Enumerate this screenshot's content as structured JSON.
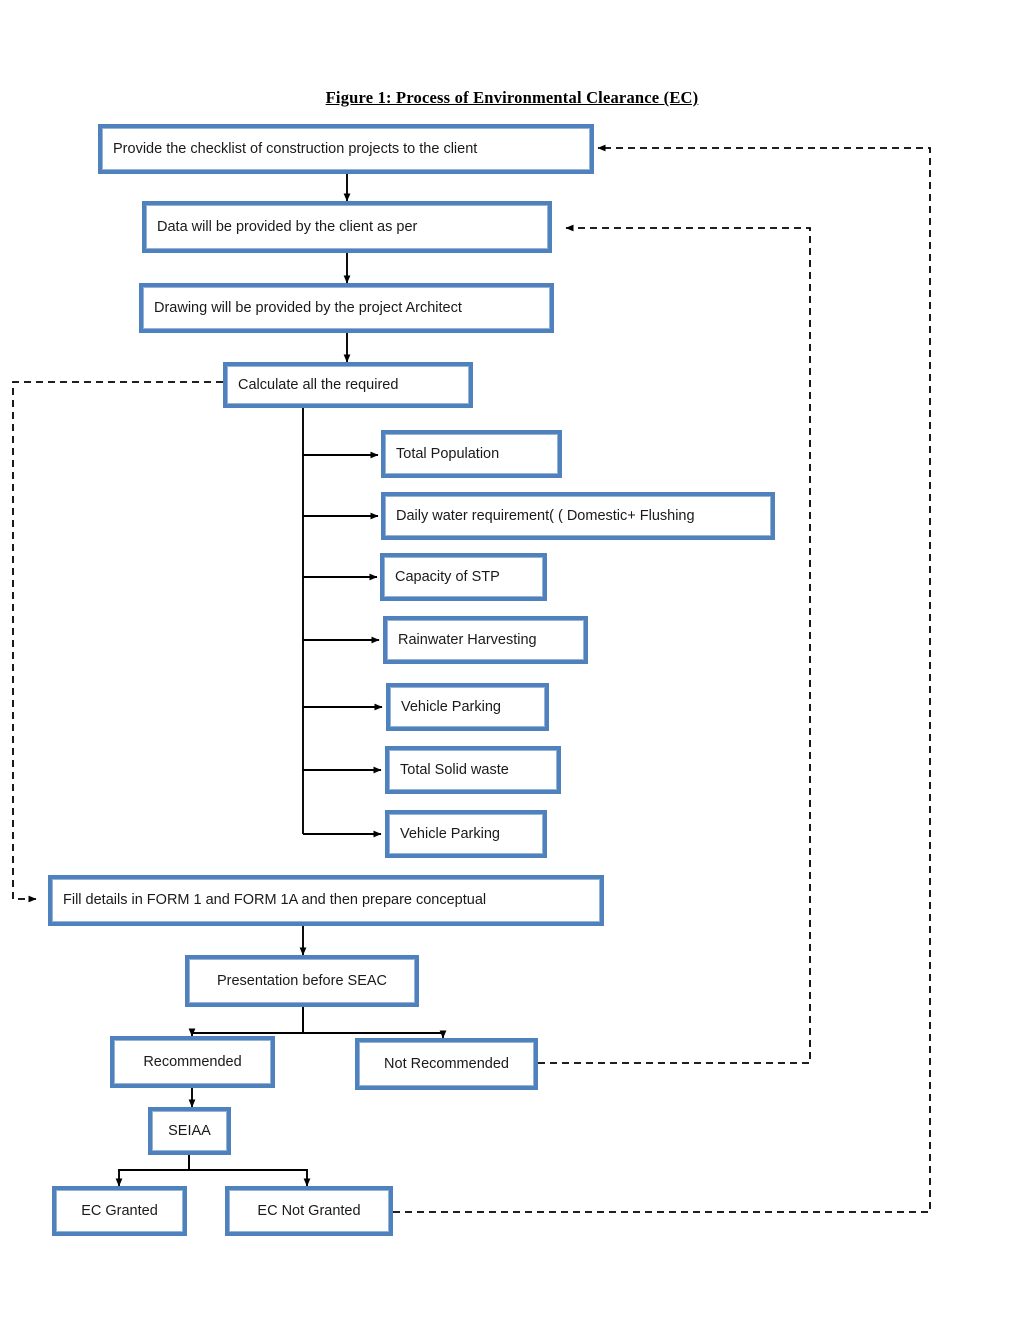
{
  "figure": {
    "title": "Figure 1: Process of Environmental Clearance (EC)",
    "colors": {
      "box_border": "#4F81BD",
      "box_inner_line": "#95B3D7",
      "box_fill": "#FFFFFF",
      "connector": "#000000",
      "text": "#1A1A1A"
    }
  },
  "nodes": {
    "provide_checklist": {
      "label": "Provide the checklist of construction projects to the client"
    },
    "data_by_client": {
      "label": "Data will be provided by the client as per"
    },
    "drawing_by_architect": {
      "label": "Drawing will be provided by the project Architect"
    },
    "calculate_required": {
      "label": "Calculate all the required"
    },
    "total_population": {
      "label": "Total Population"
    },
    "daily_water": {
      "label": "Daily water requirement( ( Domestic+ Flushing"
    },
    "capacity_stp": {
      "label": "Capacity of STP"
    },
    "rainwater_harvesting": {
      "label": "Rainwater Harvesting"
    },
    "vehicle_parking_1": {
      "label": "Vehicle Parking"
    },
    "total_solid_waste": {
      "label": "Total Solid waste"
    },
    "vehicle_parking_2": {
      "label": "Vehicle Parking"
    },
    "fill_form": {
      "label": "Fill details in FORM 1 and FORM 1A and then prepare conceptual"
    },
    "presentation_seac": {
      "label": "Presentation before SEAC"
    },
    "recommended": {
      "label": "Recommended"
    },
    "not_recommended": {
      "label": "Not Recommended"
    },
    "seiaa": {
      "label": "SEIAA"
    },
    "ec_granted": {
      "label": "EC Granted"
    },
    "ec_not_granted": {
      "label": "EC Not Granted"
    }
  },
  "connectors": {
    "solid_flow": [
      "provide_checklist -> data_by_client",
      "data_by_client -> drawing_by_architect",
      "drawing_by_architect -> calculate_required",
      "calculate_required -> total_population",
      "calculate_required -> daily_water",
      "calculate_required -> capacity_stp",
      "calculate_required -> rainwater_harvesting",
      "calculate_required -> vehicle_parking_1",
      "calculate_required -> total_solid_waste",
      "calculate_required -> vehicle_parking_2",
      "fill_form -> presentation_seac",
      "presentation_seac -> recommended",
      "presentation_seac -> not_recommended",
      "recommended -> seiaa",
      "seiaa -> ec_granted",
      "seiaa -> ec_not_granted"
    ],
    "dashed_feedback": [
      "calculate_required -> fill_form",
      "not_recommended -> data_by_client",
      "ec_not_granted -> provide_checklist"
    ]
  }
}
